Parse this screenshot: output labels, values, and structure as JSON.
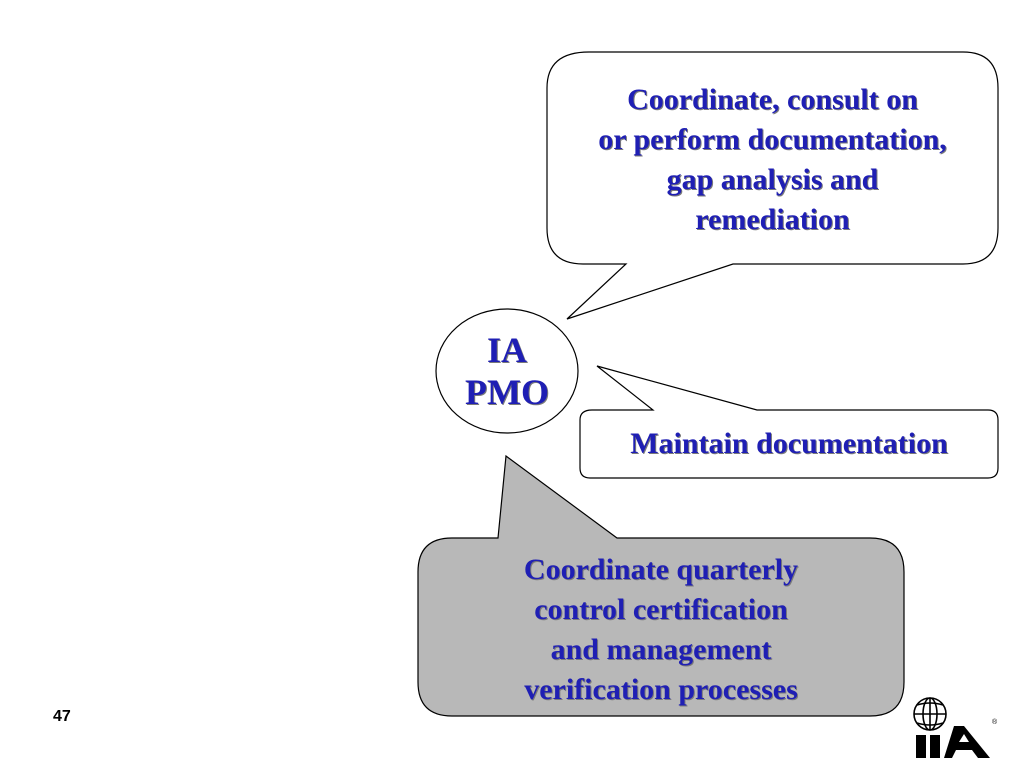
{
  "node": {
    "lines": [
      "IA",
      "PMO"
    ]
  },
  "callouts": {
    "top": {
      "lines": [
        "Coordinate, consult on",
        "or perform documentation,",
        "gap analysis and",
        "remediation"
      ]
    },
    "middle": {
      "lines": [
        "Maintain documentation"
      ]
    },
    "bottom": {
      "lines": [
        "Coordinate quarterly",
        "control certification",
        "and management",
        "verification processes"
      ]
    }
  },
  "slide_number": "47",
  "logo": {
    "name": "IIA logo",
    "text": "IIA",
    "mark": "®",
    "icon": "globe-icon"
  },
  "colors": {
    "text": "#1f1fb4",
    "text_shadow": "#7a7a7a",
    "bottom_fill": "#b8b8b8",
    "outline": "#000000",
    "background": "#ffffff"
  }
}
